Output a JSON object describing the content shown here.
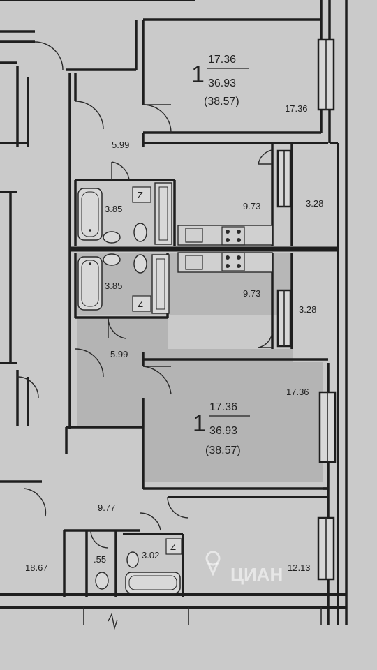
{
  "apartment_top": {
    "rooms_count": "1",
    "living_area": "17.36",
    "total_area": "36.93",
    "total_area_with_balcony": "(38.57)",
    "room_area": "17.36",
    "hall_area": "5.99",
    "bath_area": "3.85",
    "kitchen_area": "9.73",
    "balcony_area": "3.28"
  },
  "apartment_bottom": {
    "rooms_count": "1",
    "living_area": "17.36",
    "total_area": "36.93",
    "total_area_with_balcony": "(38.57)",
    "room_area": "17.36",
    "hall_area": "5.99",
    "bath_area": "3.85",
    "kitchen_area": "9.73",
    "balcony_area": "3.28"
  },
  "lower_unit": {
    "hall_area": "9.77",
    "room_left_area": "18.67",
    "wc_area": ".55",
    "bath_area": "3.02",
    "room_right_area": "12.13"
  },
  "shaft_marks": {
    "top": "Z",
    "bottom": "Z",
    "lower": "Z"
  },
  "watermark": {
    "text": "ЦИАН"
  },
  "colors": {
    "paper": "#c9c9c9",
    "highlight": "#b3b3b3",
    "walls": "#1e1e1e"
  }
}
